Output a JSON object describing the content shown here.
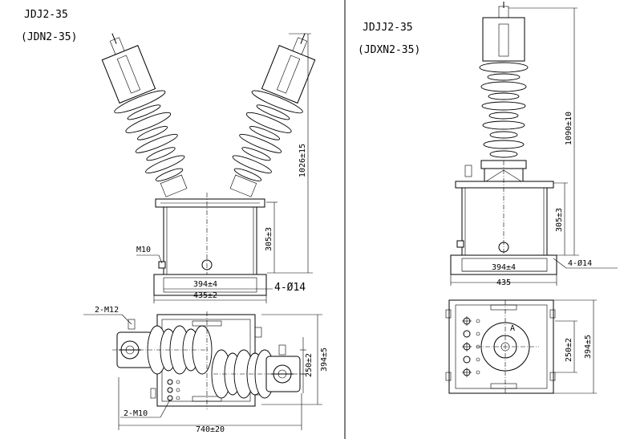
{
  "left_drawing": {
    "model": "JDJ2-35",
    "model_alt": "(JDN2-35)",
    "dim_height": "1026±15",
    "dim_base_height": "305±3",
    "dim_width_inner": "394±4",
    "dim_width_outer": "435±2",
    "hole_spec": "4-Ø14",
    "bolt_spec": "M10",
    "plan_bolt_top": "2-M12",
    "plan_bolt_bottom": "2-M10",
    "plan_dim_length": "740±20",
    "plan_dim_depth_inner": "250±2",
    "plan_dim_depth_outer": "394±5"
  },
  "right_drawing": {
    "model": "JDJJ2-35",
    "model_alt": "(JDXN2-35)",
    "dim_height": "1090±10",
    "dim_base_height": "305±3",
    "dim_width_inner": "394±4",
    "dim_width_outer": "435",
    "hole_spec": "4-Ø14",
    "plan_dim_depth_inner": "250±2",
    "plan_dim_depth_outer": "394±5",
    "terminal_label": "A"
  }
}
